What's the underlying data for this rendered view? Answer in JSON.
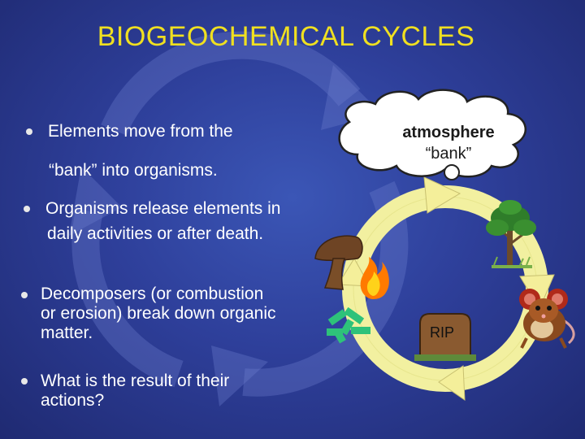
{
  "slide": {
    "title": "BIOGEOCHEMICAL  CYCLES",
    "bullets": [
      {
        "line1": "Elements move from the",
        "line2": "“bank” into organisms."
      },
      {
        "line1": "Organisms release elements in",
        "line2": "daily activities or after death."
      },
      {
        "line1": "Decomposers (or combustion",
        "line2": "or erosion) break down organic",
        "line3": "matter."
      },
      {
        "line1": "What is the result of their",
        "line2": "actions?"
      }
    ],
    "cloud": {
      "line1": "atmosphere",
      "line2": "“bank”"
    },
    "tombstone_label": "RIP"
  },
  "colors": {
    "title": "#f0e020",
    "cycle_ring": "#f2f0a0",
    "arrow_yellow": "#f0e020",
    "background": "#2e3f9a"
  },
  "icons": [
    "cloud-icon",
    "tree-icon",
    "mouse-icon",
    "tombstone-icon",
    "mushroom-icon",
    "fire-icon",
    "molecule-icon",
    "recycle-arrows-icon"
  ]
}
